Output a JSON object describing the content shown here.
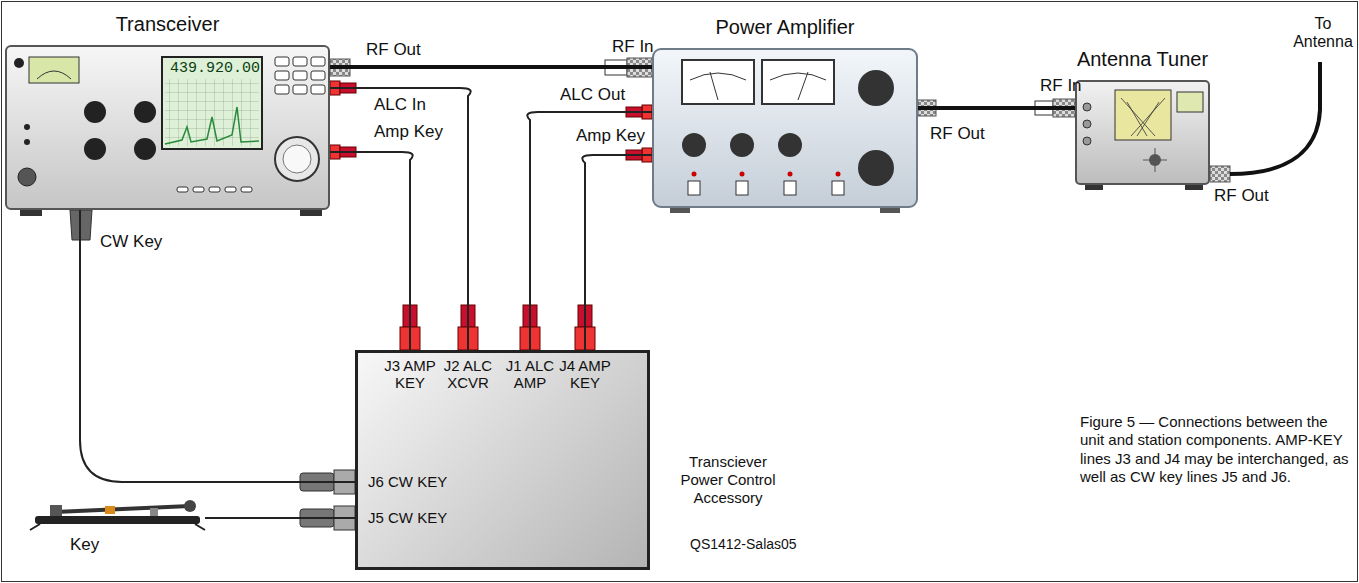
{
  "diagram": {
    "caption": "Figure 5 — Connections between the unit and station components. AMP-KEY lines J3 and J4 may be interchanged, as well as CW key lines J5 and J6.",
    "nodes": [
      {
        "text": [
          "Transceiver"
        ]
      },
      {
        "text": [
          "Power Amplifier"
        ]
      },
      {
        "text": [
          "Antenna Tuner"
        ]
      },
      {
        "text": [
          "Transciever Power Control Accessory"
        ]
      },
      {
        "text": [
          "Key"
        ]
      }
    ],
    "edges": [
      {
        "from": 0,
        "to": 1,
        "arrow": "none"
      },
      {
        "from": 1,
        "to": 2,
        "arrow": "none"
      },
      {
        "from": 0,
        "to": 3,
        "arrow": "none"
      },
      {
        "from": 0,
        "to": 3,
        "arrow": "none"
      },
      {
        "from": 1,
        "to": 3,
        "arrow": "none"
      },
      {
        "from": 1,
        "to": 3,
        "arrow": "none"
      },
      {
        "from": 0,
        "to": 3,
        "arrow": "none"
      },
      {
        "from": 4,
        "to": 3,
        "arrow": "none"
      }
    ],
    "labels": [
      "439.920.00",
      "RF Out",
      "ALC In",
      "Amp Key",
      "CW Key",
      "RF In",
      "ALC Out",
      "Amp Key",
      "RF Out",
      "RF In",
      "RF Out",
      "To Antenna",
      "J3 AMP KEY",
      "J2 ALC XCVR",
      "J1 ALC AMP",
      "J4 AMP KEY",
      "J6 CW KEY",
      "J5 CW KEY",
      "QS1412-Salas05"
    ]
  }
}
